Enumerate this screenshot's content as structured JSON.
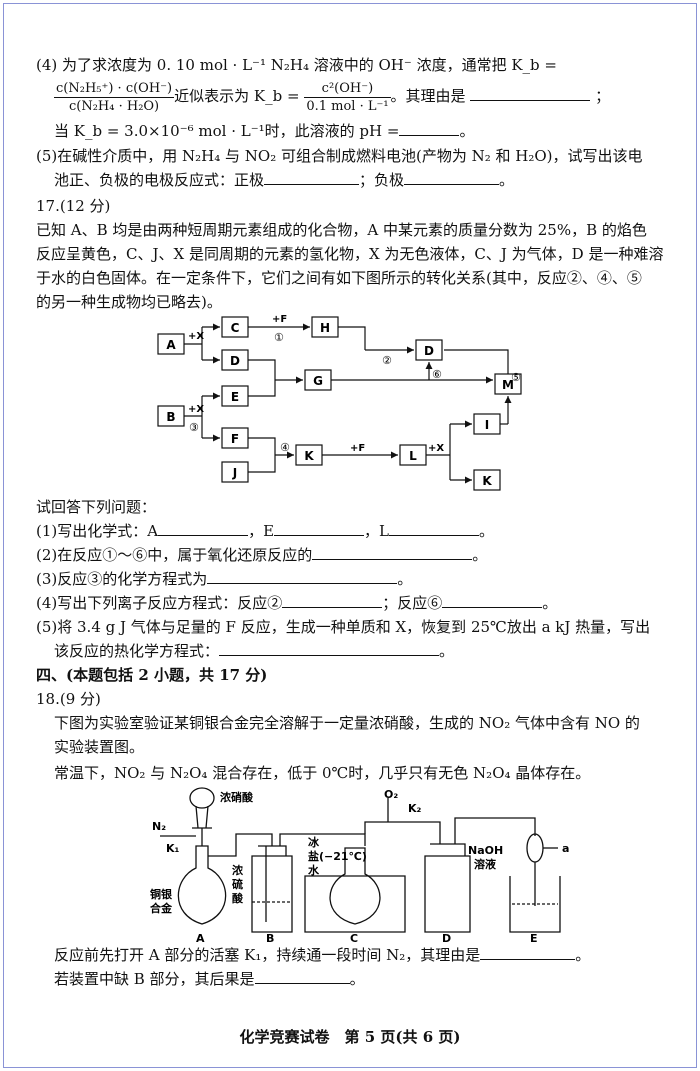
{
  "q16": {
    "p4_line1": "(4) 为了求浓度为 0. 10 mol · L⁻¹ N₂H₄ 溶液中的 OH⁻ 浓度，通常把 K_b =",
    "frac1_num": "c(N₂H₅⁺) · c(OH⁻)",
    "frac1_den": "c(N₂H₄ · H₂O)",
    "p4_mid": "近似表示为 K_b =",
    "frac2_num": "c²(OH⁻)",
    "frac2_den": "0.1 mol · L⁻¹",
    "p4_tail": "。其理由是",
    "p4_line3a": "当 K_b = 3.0×10⁻⁶ mol · L⁻¹时，此溶液的 pH =",
    "p4_line3b": "。",
    "p5_line1": "(5)在碱性介质中，用 N₂H₄ 与 NO₂ 可组合制成燃料电池(产物为 N₂ 和 H₂O)，试写出该电",
    "p5_line2a": "池正、负极的电极反应式：正极",
    "p5_line2b": "；负极",
    "p5_line2c": "。"
  },
  "q17": {
    "header": "17.(12 分)",
    "intro1": "已知 A、B 均是由两种短周期元素组成的化合物，A 中某元素的质量分数为 25%，B 的焰色",
    "intro2": "反应呈黄色，C、J、X 是同周期的元素的氢化物，X 为无色液体，C、J 为气体，D 是一种难溶",
    "intro3": "于水的白色固体。在一定条件下，它们之间有如下图所示的转化关系(其中，反应②、④、⑤",
    "intro4": "的另一种生成物均已略去)。",
    "nodes": {
      "A": "A",
      "B": "B",
      "C": "C",
      "D1": "D",
      "E": "E",
      "F": "F",
      "J": "J",
      "G": "G",
      "H": "H",
      "D2": "D",
      "M": "M",
      "I": "I",
      "K1": "K",
      "L": "L",
      "K2": "K"
    },
    "arrow_labels": {
      "x1": "+X",
      "x2": "+X",
      "c3": "③",
      "f1": "+F",
      "c1": "①",
      "c2": "②",
      "c6": "⑥",
      "c5": "⑤",
      "c4": "④",
      "f2": "+F",
      "x3": "+X"
    },
    "ask": "试回答下列问题：",
    "a1a": "(1)写出化学式：A",
    "a1b": "，E",
    "a1c": "，L",
    "a1d": "。",
    "a2a": "(2)在反应①～⑥中，属于氧化还原反应的",
    "a2b": "。",
    "a3a": "(3)反应③的化学方程式为",
    "a3b": "。",
    "a4a": "(4)写出下列离子反应方程式：反应②",
    "a4b": "；反应⑥",
    "a4c": "。",
    "a5a": "(5)将 3.4 g J 气体与足量的 F 反应，生成一种单质和 X，恢复到 25℃放出 a kJ 热量，写出",
    "a5b": "该反应的热化学方程式：",
    "a5c": "。"
  },
  "sec4": "四、(本题包括 2 小题，共 17 分)",
  "q18": {
    "header": "18.(9 分)",
    "l1": "下图为实验室验证某铜银合金完全溶解于一定量浓硝酸，生成的 NO₂ 气体中含有 NO 的",
    "l2": "实验装置图。",
    "l3": "常温下，NO₂ 与 N₂O₄ 混合存在，低于 0℃时，几乎只有无色 N₂O₄ 晶体存在。",
    "app": {
      "hno3": "浓硝酸",
      "n2": "N₂",
      "k1": "K₁",
      "alloy1": "铜银",
      "alloy2": "合金",
      "h2so4_1": "浓",
      "h2so4_2": "硫",
      "h2so4_3": "酸",
      "ice1": "冰",
      "ice2": "盐(−21℃)",
      "ice3": "水",
      "o2": "O₂",
      "k2": "K₂",
      "naoh1": "NaOH",
      "naoh2": "溶液",
      "a": "a",
      "A": "A",
      "B": "B",
      "C": "C",
      "D": "D",
      "E": "E"
    },
    "q1a": "反应前先打开 A 部分的活塞 K₁，持续通一段时间 N₂，其理由是",
    "q1b": "。",
    "q2a": "若装置中缺 B 部分，其后果是",
    "q2b": "。"
  },
  "footer": "化学竞赛试卷　第 5 页(共 6 页)"
}
